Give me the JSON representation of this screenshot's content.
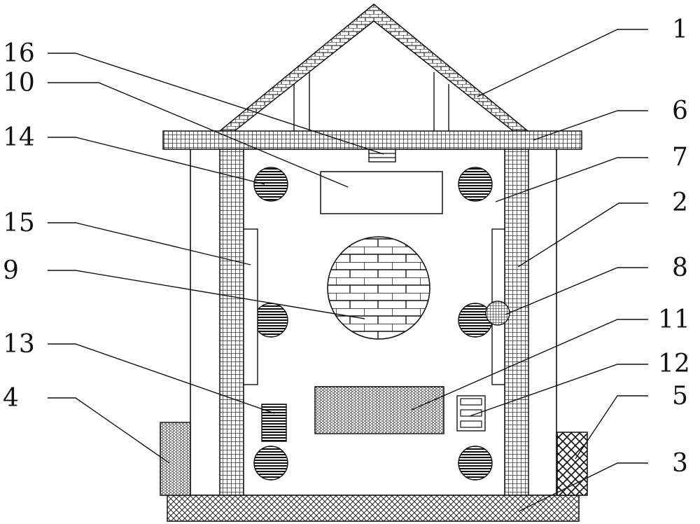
{
  "labels": {
    "l1": "1",
    "l2": "2",
    "l3": "3",
    "l4": "4",
    "l5": "5",
    "l6": "6",
    "l7": "7",
    "l8": "8",
    "l9": "9",
    "l10": "10",
    "l11": "11",
    "l12": "12",
    "l13": "13",
    "l14": "14",
    "l15": "15",
    "l16": "16"
  },
  "colors": {
    "stroke": "#111111",
    "background": "#ffffff"
  }
}
